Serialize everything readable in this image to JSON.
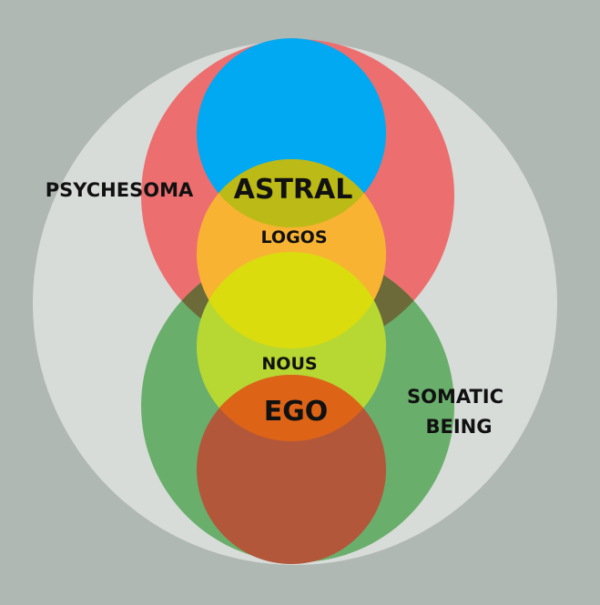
{
  "colors": {
    "background": "#b0b8b3",
    "outer_circle": "#d7dcd9",
    "psychesoma": "#ed6e6e",
    "somatic": "#6aae6c",
    "astral": "#00a9f2",
    "logos": "#f8b333",
    "nous": "#b7d733",
    "ego": "#b3573a",
    "astral_logos_overlap": "#bcba16",
    "logos_nous_overlap": "#dbdc0d",
    "nous_ego_overlap": "#dd6417",
    "psychesoma_somatic_overlap": "#6c6a38"
  },
  "labels": {
    "psychesoma": "PSYCHESOMA",
    "astral": "ASTRAL",
    "logos": "LOGOS",
    "nous": "NOUS",
    "ego": "EGO",
    "somatic_line1": "SOMATIC",
    "somatic_line2": "BEING"
  }
}
